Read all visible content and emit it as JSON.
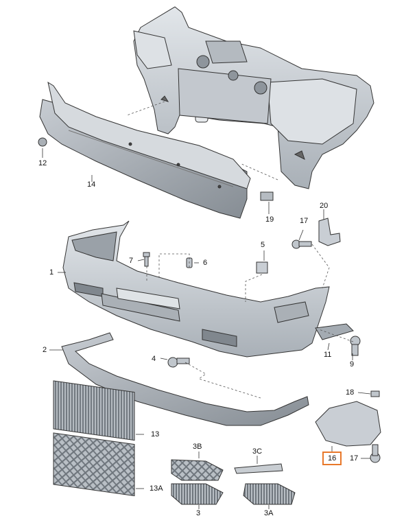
{
  "parts": [
    {
      "id": "p1",
      "label": "1",
      "name": "bumper-cover"
    },
    {
      "id": "p2",
      "label": "2",
      "name": "lower-spoiler"
    },
    {
      "id": "p3",
      "label": "3",
      "name": "left-fog-grille"
    },
    {
      "id": "p3A",
      "label": "3A",
      "name": "right-fog-grille"
    },
    {
      "id": "p3B",
      "label": "3B",
      "name": "left-fog-grille-insert"
    },
    {
      "id": "p3C",
      "label": "3C",
      "name": "trim-strip"
    },
    {
      "id": "p4",
      "label": "4",
      "name": "screw-4"
    },
    {
      "id": "p5",
      "label": "5",
      "name": "clip-5"
    },
    {
      "id": "p6",
      "label": "6",
      "name": "expansion-nut-6"
    },
    {
      "id": "p7",
      "label": "7",
      "name": "screw-7"
    },
    {
      "id": "p9",
      "label": "9",
      "name": "bolt-9"
    },
    {
      "id": "p11",
      "label": "11",
      "name": "bracket-11"
    },
    {
      "id": "p12",
      "label": "12",
      "name": "nut-12"
    },
    {
      "id": "p13",
      "label": "13",
      "name": "grille-13"
    },
    {
      "id": "p13A",
      "label": "13A",
      "name": "grille-13a"
    },
    {
      "id": "p14",
      "label": "14",
      "name": "impact-beam"
    },
    {
      "id": "p16",
      "label": "16",
      "name": "cover-plate-16",
      "highlight": true
    },
    {
      "id": "p17a",
      "label": "17",
      "name": "bolt-17-upper"
    },
    {
      "id": "p17b",
      "label": "17",
      "name": "bolt-17-lower"
    },
    {
      "id": "p18",
      "label": "18",
      "name": "clip-18"
    },
    {
      "id": "p19",
      "label": "19",
      "name": "buffer-19"
    },
    {
      "id": "p20",
      "label": "20",
      "name": "bracket-20"
    }
  ],
  "colors": {
    "highlight": "#e8782a",
    "part_fill": "#c9ced4",
    "part_dark": "#9aa1a8",
    "line": "#333333"
  }
}
